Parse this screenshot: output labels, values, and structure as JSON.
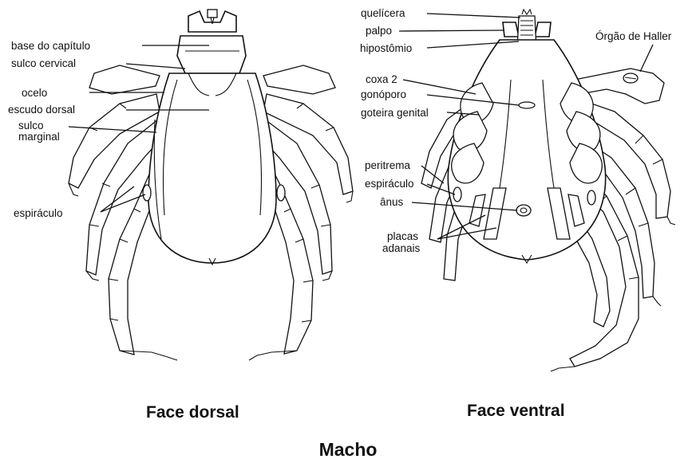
{
  "title": "Macho",
  "dorsal": {
    "caption": "Face dorsal",
    "labels": {
      "base_capitulo": "base do capítulo",
      "sulco_cervical": "sulco cervical",
      "ocelo": "ocelo",
      "escudo_dorsal": "escudo dorsal",
      "sulco_marginal_1": "sulco",
      "sulco_marginal_2": "marginal",
      "espiraculo": "espiráculo"
    }
  },
  "ventral": {
    "caption": "Face ventral",
    "labels": {
      "quelicera": "quelícera",
      "palpo": "palpo",
      "hipostomio": "hipostômio",
      "orgao_haller": "Órgão de Haller",
      "coxa2": "coxa 2",
      "gonoporo": "gonóporo",
      "goteira_genital": "goteira genital",
      "peritrema": "peritrema",
      "espiraculo": "espiráculo",
      "anus": "ânus",
      "placas_1": "placas",
      "placas_2": "adanais"
    }
  }
}
